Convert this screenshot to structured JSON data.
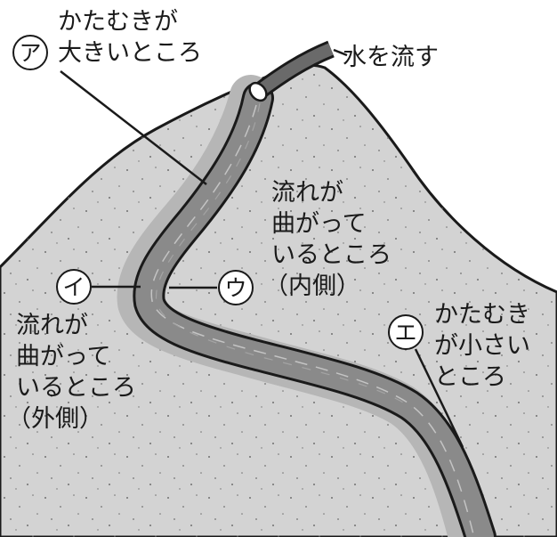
{
  "labels": {
    "water": "水を流す",
    "a_text": [
      "かたむきが",
      "大きいところ"
    ],
    "inner_text": [
      "流れが",
      "曲がって",
      "いるところ",
      "（内側）"
    ],
    "outer_text": [
      "流れが",
      "曲がって",
      "いるところ",
      "（外側）"
    ],
    "e_text": [
      "かたむき",
      "が小さい",
      "ところ"
    ]
  },
  "markers": {
    "a": "ア",
    "i": "イ",
    "u": "ウ",
    "e": "エ"
  },
  "colors": {
    "ground": "#d3d3d3",
    "water": "#8a8a8a",
    "bank": "#b6b6b6",
    "line": "#1a1a1a"
  }
}
